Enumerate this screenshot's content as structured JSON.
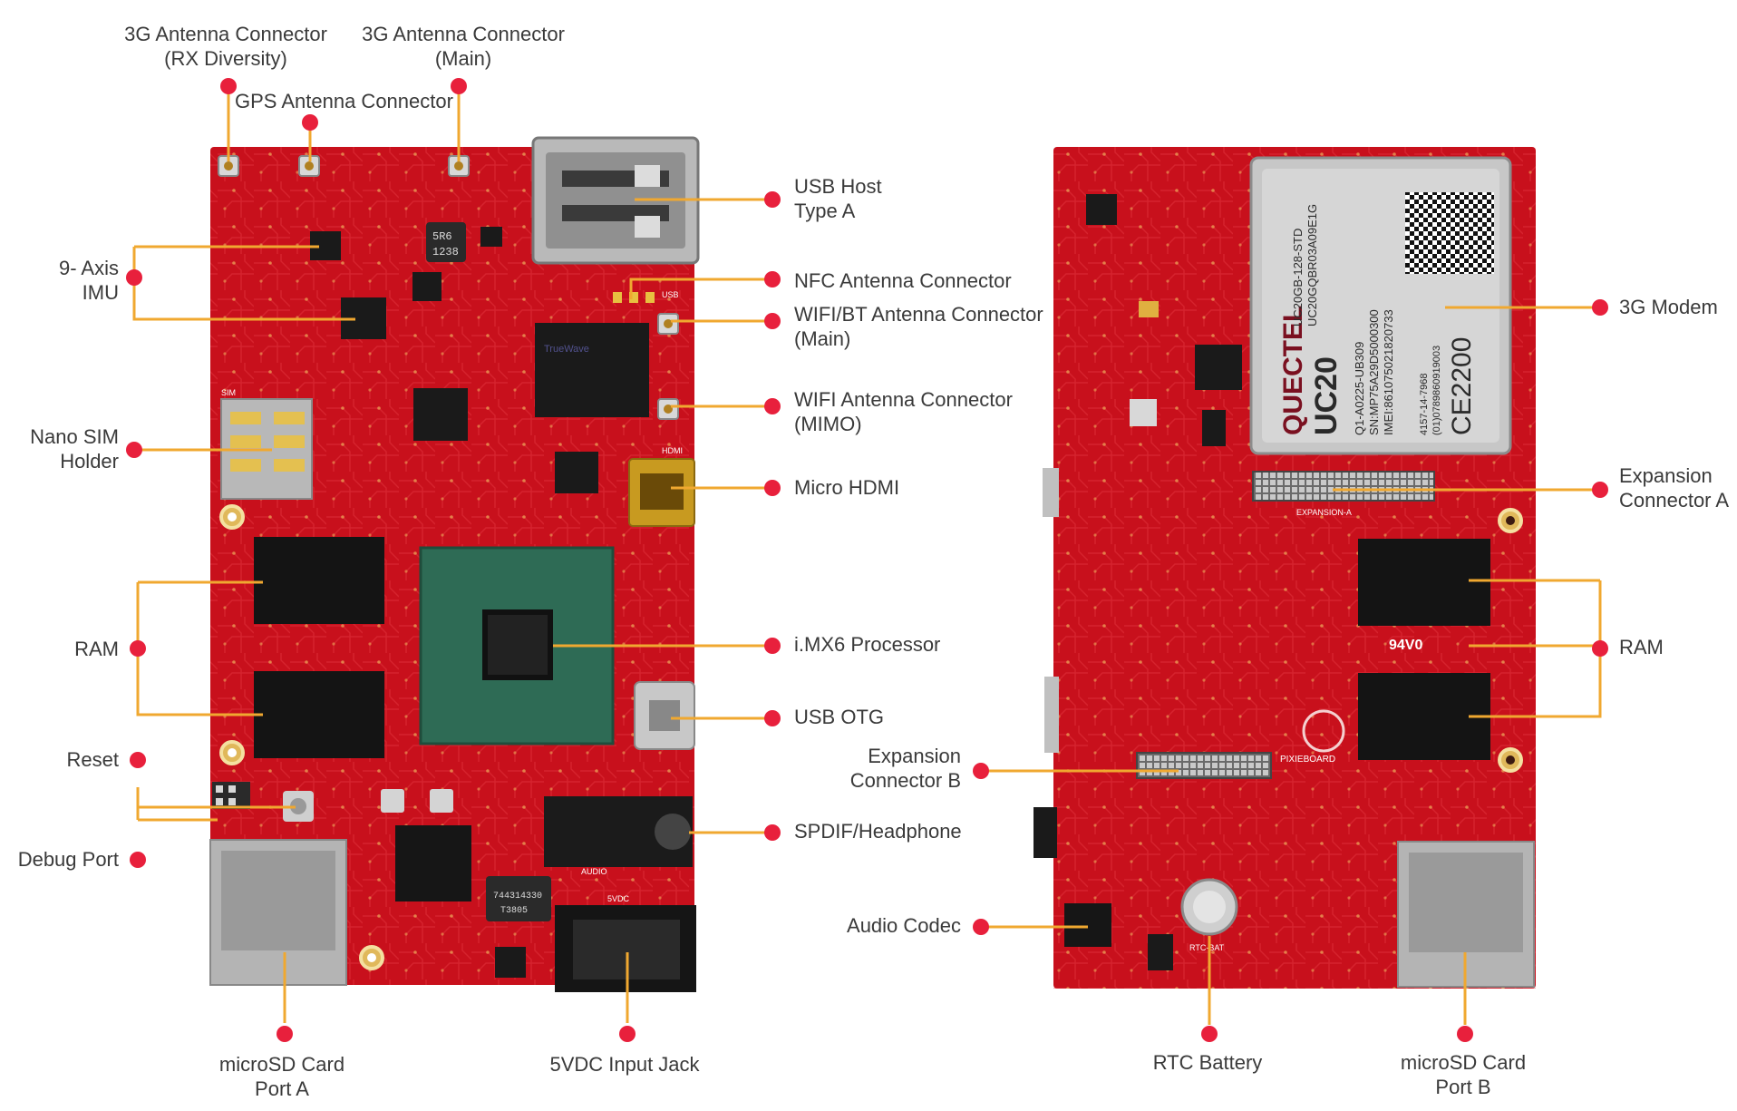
{
  "colors": {
    "board": "#c8101c",
    "board_dark": "#a00a14",
    "trace": "#e2323c",
    "line": "#f0a830",
    "dot": "#e8203c",
    "text": "#3a3a3a",
    "chip": "#1a1a1a",
    "processor": "#2e6b55",
    "metal": "#c4c4c4",
    "gold": "#d8a020"
  },
  "front": {
    "usb_port_text": "USB",
    "hdmi_port_text": "HDMI",
    "audio_text": "AUDIO",
    "power_text": "5VDC",
    "sim_text": "SIM",
    "inductor_text": [
      "5R6",
      "1238"
    ],
    "magnetics_text": [
      "744314330",
      "T3805"
    ],
    "wifi_module_text": "TrueWave"
  },
  "back": {
    "modem_brand": "QUECTEL",
    "modem_model": "UC20",
    "modem_ce": "CE2200",
    "modem_line1": "UC20GB-128-STD",
    "modem_line2": "UC20GQBR03A09E1G",
    "modem_line3": "Q1-A0225-UB309",
    "modem_line4": "SN:MP75A29D5000300",
    "modem_line5": "IMEI:861075021820733",
    "modem_line6": "4157-14-7968",
    "modem_line7": "(01)0789860919003",
    "silk_rtc": "RTC-BAT",
    "silk_board": "PIXIEBOARD",
    "silk_94v": "94V0",
    "silk_expansion": "EXPANSION-A"
  },
  "labels": {
    "antenna_rx": [
      "3G Antenna Connector",
      "(RX Diversity)"
    ],
    "antenna_main": [
      "3G Antenna Connector",
      "(Main)"
    ],
    "gps": "GPS Antenna Connector",
    "imu": [
      "9- Axis",
      "IMU"
    ],
    "sim": [
      "Nano SIM",
      "Holder"
    ],
    "ram_front": "RAM",
    "reset": "Reset",
    "debug": "Debug Port",
    "sd_a": [
      "microSD Card",
      "Port A"
    ],
    "vdc": "5VDC Input Jack",
    "usb_host": [
      "USB Host",
      "Type A"
    ],
    "nfc": "NFC Antenna Connector",
    "wifi_bt": [
      "WIFI/BT Antenna Connector",
      "(Main)"
    ],
    "wifi_mimo": [
      "WIFI Antenna Connector",
      "(MIMO)"
    ],
    "hdmi": "Micro HDMI",
    "imx6": "i.MX6 Processor",
    "usb_otg": "USB OTG",
    "spdif": "SPDIF/Headphone",
    "exp_b": [
      "Expansion",
      "Connector B"
    ],
    "codec": "Audio Codec",
    "rtc": "RTC Battery",
    "sd_b": [
      "microSD Card",
      "Port B"
    ],
    "modem": "3G Modem",
    "exp_a": [
      "Expansion",
      "Connector A"
    ],
    "ram_back": "RAM"
  }
}
